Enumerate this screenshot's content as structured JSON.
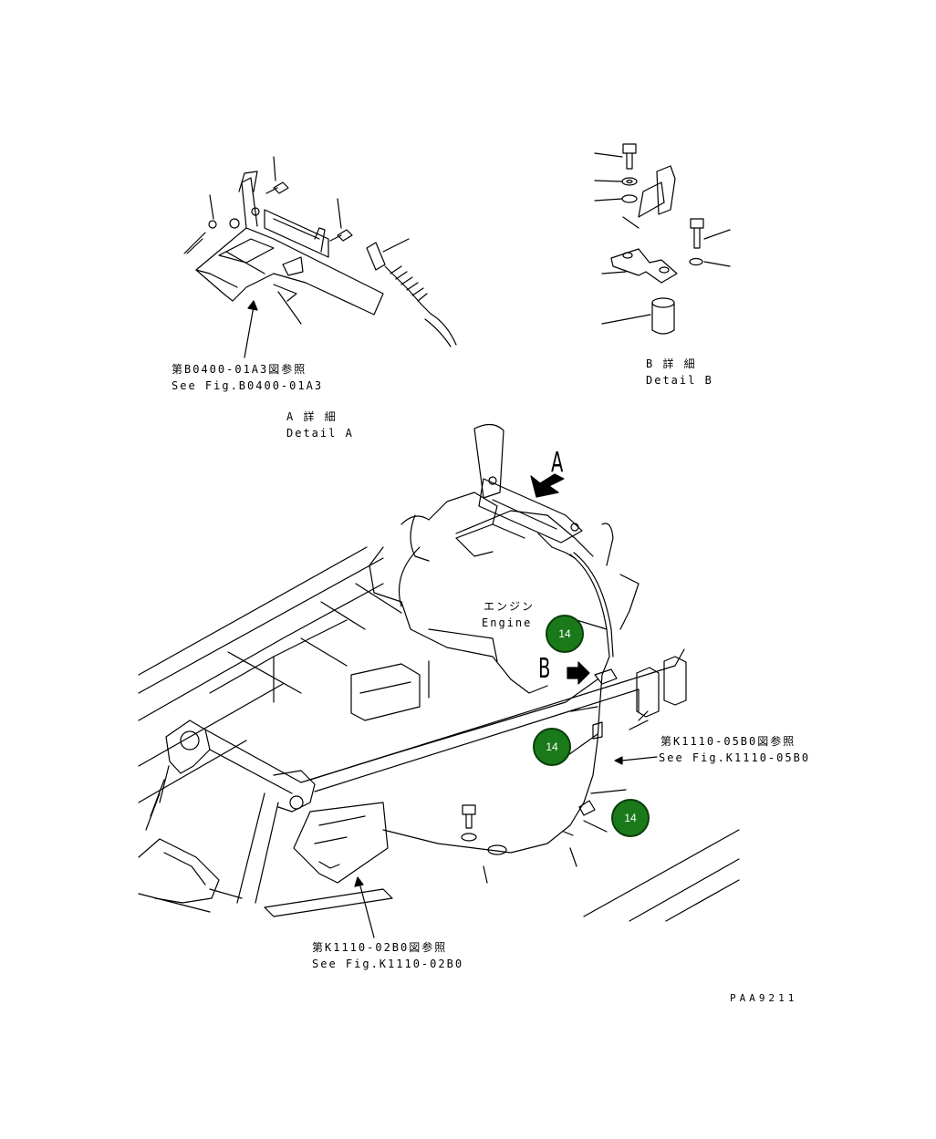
{
  "detail_a": {
    "ref_jp": "第B0400-01A3図参照",
    "ref_en": "See Fig.B0400-01A3",
    "title_jp": "A 詳 細",
    "title_en": "Detail A"
  },
  "detail_b": {
    "title_jp": "B 詳 細",
    "title_en": "Detail B"
  },
  "main": {
    "marker_a": "A",
    "marker_b": "B",
    "engine_jp": "エンジン",
    "engine_en": "Engine",
    "ref_k1110_05_jp": "第K1110-05B0図参照",
    "ref_k1110_05_en": "See Fig.K1110-05B0",
    "ref_k1110_02_jp": "第K1110-02B0図参照",
    "ref_k1110_02_en": "See Fig.K1110-02B0"
  },
  "callouts": [
    {
      "label": "14",
      "color": "#1a7a1a"
    },
    {
      "label": "14",
      "color": "#1a7a1a"
    },
    {
      "label": "14",
      "color": "#1a7a1a"
    }
  ],
  "drawing_code": "PAA9211"
}
